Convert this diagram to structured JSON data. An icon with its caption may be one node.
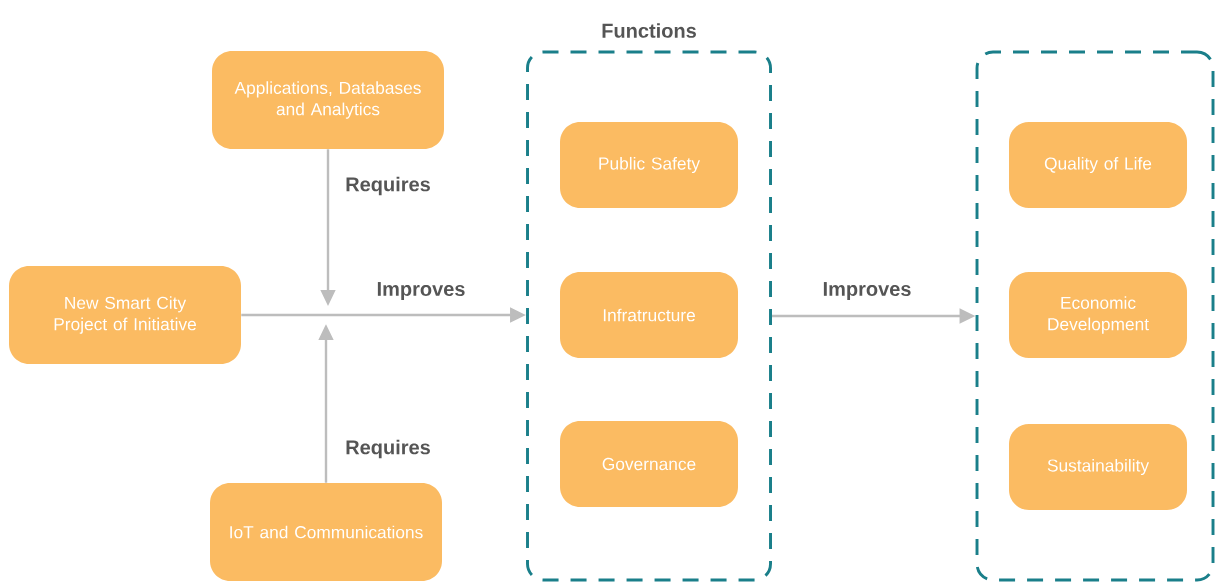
{
  "diagram": {
    "nodes": [
      {
        "text": [
          "Applications, Databases and Analytics"
        ]
      },
      {
        "text": [
          "New Smart City Project of Initiative"
        ]
      },
      {
        "text": [
          "IoT and Communications"
        ]
      },
      {
        "text": [
          "Functions"
        ]
      },
      {
        "text": [
          "Public Safety"
        ],
        "in": 3
      },
      {
        "text": [
          "Infratructure"
        ],
        "in": 3
      },
      {
        "text": [
          "Governance"
        ],
        "in": 3
      },
      {
        "text": [],
        "shape": "box"
      },
      {
        "text": [
          "Quality of Life"
        ],
        "in": 7
      },
      {
        "text": [
          "Economic Development"
        ],
        "in": 7
      },
      {
        "text": [
          "Sustainability"
        ],
        "in": 7
      }
    ],
    "edges": [
      {
        "from": 0,
        "to": null,
        "arrow": "to",
        "label": "Requires"
      },
      {
        "from": 1,
        "to": 3,
        "arrow": "to",
        "label": "Improves"
      },
      {
        "from": 2,
        "to": null,
        "arrow": "to",
        "label": "Requires"
      },
      {
        "from": 3,
        "to": 7,
        "arrow": "to",
        "label": "Improves"
      }
    ]
  }
}
